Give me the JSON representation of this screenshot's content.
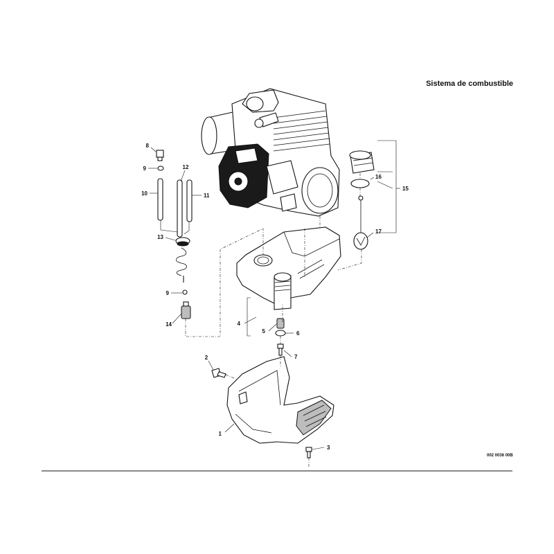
{
  "page": {
    "title": "Sistema de combustible",
    "reference_code": "002 0036 00B"
  },
  "callouts": [
    {
      "id": "c1",
      "label": "1"
    },
    {
      "id": "c2",
      "label": "2"
    },
    {
      "id": "c3",
      "label": "3"
    },
    {
      "id": "c4",
      "label": "4"
    },
    {
      "id": "c5",
      "label": "5"
    },
    {
      "id": "c6",
      "label": "6"
    },
    {
      "id": "c7",
      "label": "7"
    },
    {
      "id": "c8",
      "label": "8"
    },
    {
      "id": "c9a",
      "label": "9"
    },
    {
      "id": "c9b",
      "label": "9"
    },
    {
      "id": "c10",
      "label": "10"
    },
    {
      "id": "c11",
      "label": "11"
    },
    {
      "id": "c12",
      "label": "12"
    },
    {
      "id": "c13",
      "label": "13"
    },
    {
      "id": "c14",
      "label": "14"
    },
    {
      "id": "c15",
      "label": "15"
    },
    {
      "id": "c16",
      "label": "16"
    },
    {
      "id": "c17",
      "label": "17"
    }
  ],
  "colors": {
    "ink": "#111111",
    "background": "#ffffff",
    "shade": "#bdbdbd"
  }
}
